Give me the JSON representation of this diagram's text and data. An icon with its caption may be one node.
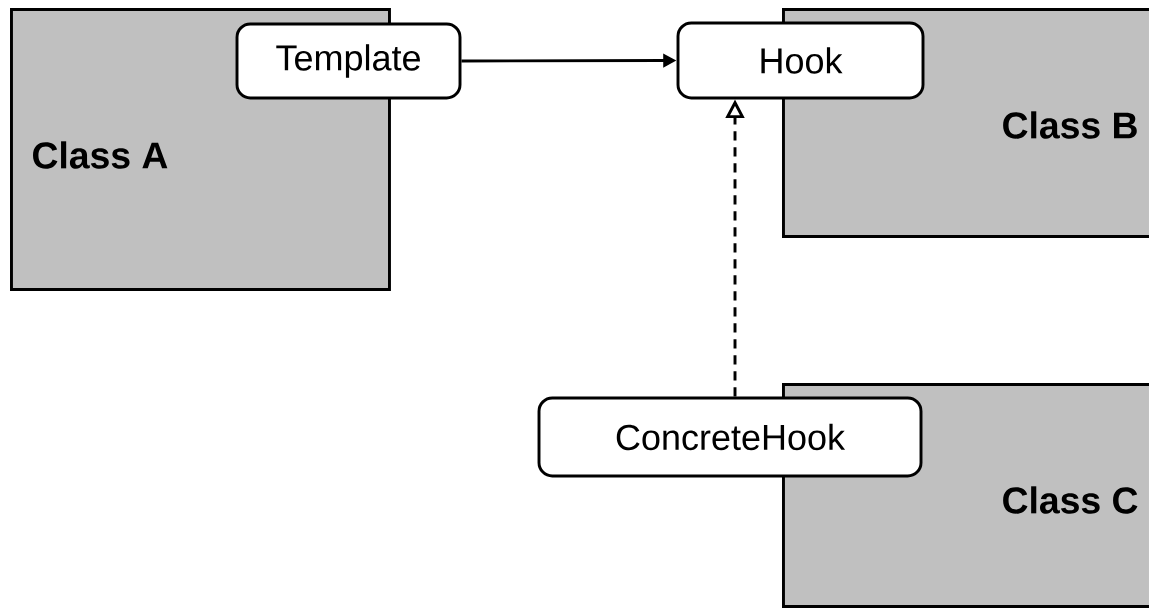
{
  "diagram": {
    "nodes": [
      {
        "text": [
          "Class A"
        ]
      },
      {
        "text": [
          "Template"
        ]
      },
      {
        "text": [
          "Class B"
        ]
      },
      {
        "text": [
          "Hook"
        ]
      },
      {
        "text": [
          "Class C"
        ]
      },
      {
        "text": [
          "ConcreteHook"
        ]
      }
    ],
    "edges": [
      {
        "from": 1,
        "to": 3,
        "arrow": "to"
      },
      {
        "from": 5,
        "to": 3,
        "arrow": "to",
        "style": "dashed"
      }
    ]
  }
}
